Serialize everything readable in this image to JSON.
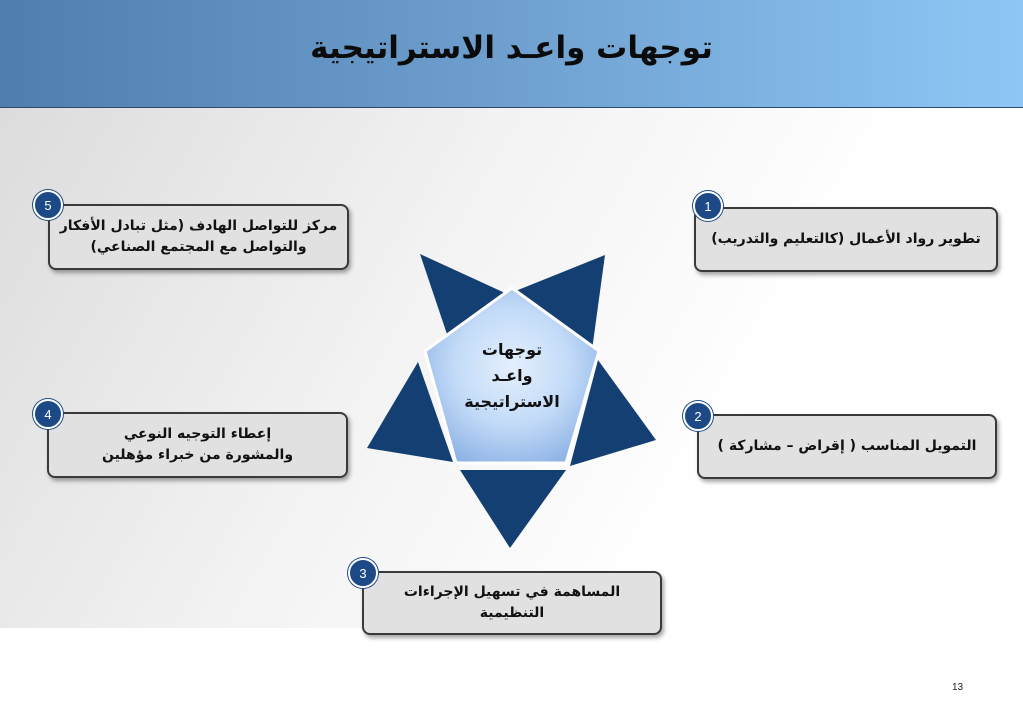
{
  "slide": {
    "title": "توجهات واعـد الاستراتيجية",
    "page_number": "13"
  },
  "center": {
    "label": "توجهات\nواعـد\nالاستراتيجية"
  },
  "items": [
    {
      "number": "1",
      "text": "تطوير رواد الأعمال (كالتعليم والتدريب)"
    },
    {
      "number": "2",
      "text": "التمويل المناسب ( إقراض – مشاركة )"
    },
    {
      "number": "3",
      "text": "المساهمة في تسهيل الإجراءات التنظيمية"
    },
    {
      "number": "4",
      "text": "إعطاء التوجيه النوعي\nوالمشورة من خبراء مؤهلين"
    },
    {
      "number": "5",
      "text": "مركز للتواصل الهادف (مثل تبادل الأفكار\nوالتواصل مع المجتمع الصناعي)"
    }
  ],
  "colors": {
    "triangle": "#143f72",
    "pentagon_center": "#c9dffa",
    "pentagon_edge": "#8fb4e6",
    "badge": "#1d4a86"
  }
}
